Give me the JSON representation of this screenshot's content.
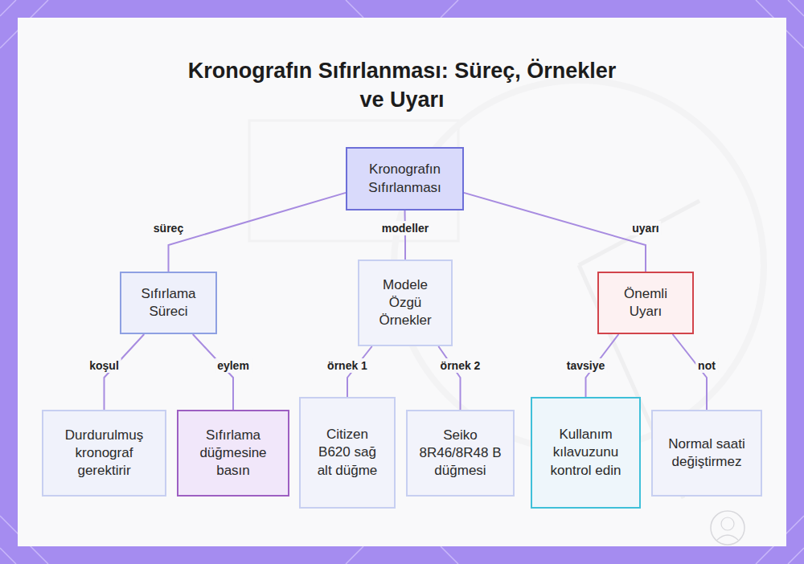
{
  "diagram": {
    "title": "Kronografın Sıfırlanması: Süreç, Örnekler ve Uyarı",
    "nodes": [
      {
        "text": [
          "Kronografın Sıfırlanması"
        ]
      },
      {
        "text": [
          "Sıfırlama Süreci"
        ]
      },
      {
        "text": [
          "Modele Özgü Örnekler"
        ]
      },
      {
        "text": [
          "Önemli Uyarı"
        ]
      },
      {
        "text": [
          "Durdurulmuş kronograf gerektirir"
        ]
      },
      {
        "text": [
          "Sıfırlama düğmesine basın"
        ]
      },
      {
        "text": [
          "Citizen B620 sağ alt düğme"
        ]
      },
      {
        "text": [
          "Seiko 8R46/8R48 B düğmesi"
        ]
      },
      {
        "text": [
          "Kullanım kılavuzunu kontrol edin"
        ]
      },
      {
        "text": [
          "Normal saati değiştirmez"
        ]
      }
    ],
    "edges": [
      {
        "from": 0,
        "to": 1,
        "label": "süreç",
        "arrow": "none"
      },
      {
        "from": 0,
        "to": 2,
        "label": "modeller",
        "arrow": "none"
      },
      {
        "from": 0,
        "to": 3,
        "label": "uyarı",
        "arrow": "none"
      },
      {
        "from": 1,
        "to": 4,
        "label": "koşul",
        "arrow": "none"
      },
      {
        "from": 1,
        "to": 5,
        "label": "eylem",
        "arrow": "none"
      },
      {
        "from": 2,
        "to": 6,
        "label": "örnek 1",
        "arrow": "none"
      },
      {
        "from": 2,
        "to": 7,
        "label": "örnek 2",
        "arrow": "none"
      },
      {
        "from": 3,
        "to": 8,
        "label": "tavsiye",
        "arrow": "none"
      },
      {
        "from": 3,
        "to": 9,
        "label": "not",
        "arrow": "none"
      }
    ]
  }
}
